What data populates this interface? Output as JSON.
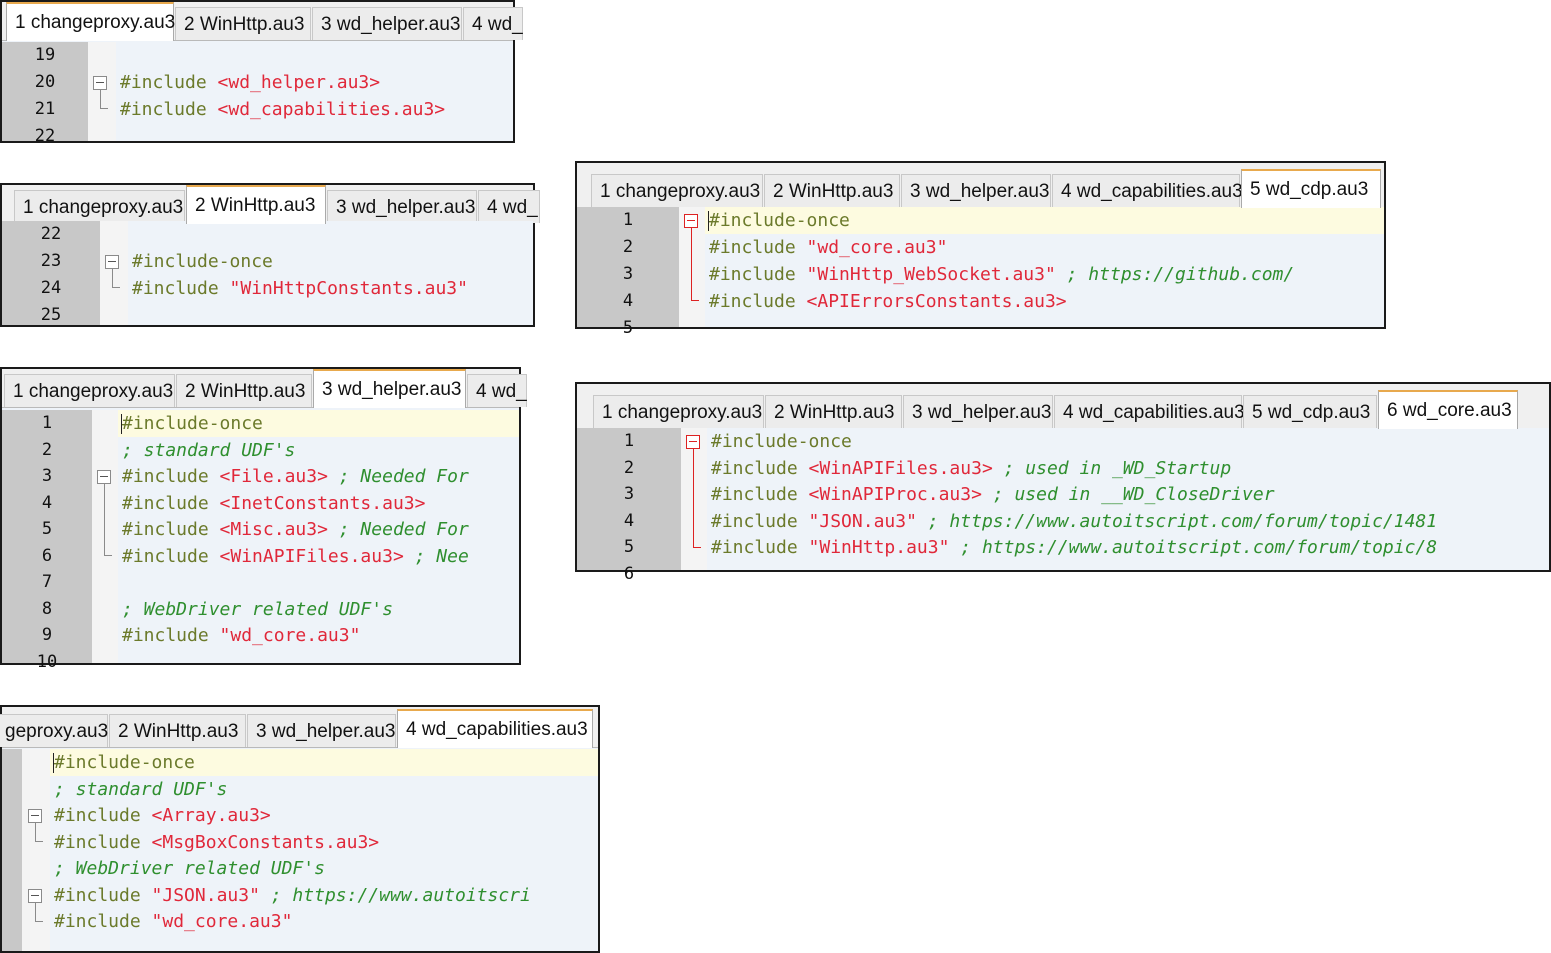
{
  "colors": {
    "keyword": "#6b7a2b",
    "string": "#e0283a",
    "comment": "#2f8f2f",
    "gutter": "#c8c8c8",
    "code_bg": "#eef3f9",
    "current_line": "#fdfbe0",
    "fold_red": "#dd2222"
  },
  "panel1": {
    "tabs": [
      "1 changeproxy.au3",
      "2 WinHttp.au3",
      "3 wd_helper.au3",
      "4 wd_"
    ],
    "line_numbers": [
      "19",
      "20",
      "21",
      "22"
    ],
    "lines": [
      [],
      [
        {
          "t": "#include ",
          "c": "kw"
        },
        {
          "t": "<wd_helper.au3>",
          "c": "str"
        }
      ],
      [
        {
          "t": "#include ",
          "c": "kw"
        },
        {
          "t": "<wd_capabilities.au3>",
          "c": "str"
        }
      ],
      []
    ]
  },
  "panel2": {
    "tabs": [
      "1 changeproxy.au3",
      "2 WinHttp.au3",
      "3 wd_helper.au3",
      "4 wd_"
    ],
    "line_numbers": [
      "22",
      "23",
      "24",
      "25"
    ],
    "lines": [
      [],
      [
        {
          "t": "#include-once",
          "c": "kw"
        }
      ],
      [
        {
          "t": "#include ",
          "c": "kw"
        },
        {
          "t": "\"WinHttpConstants.au3\"",
          "c": "str"
        }
      ],
      []
    ]
  },
  "panel3": {
    "tabs": [
      "1 changeproxy.au3",
      "2 WinHttp.au3",
      "3 wd_helper.au3",
      "4 wd_capabilities.au3",
      "5 wd_cdp.au3"
    ],
    "line_numbers": [
      "1",
      "2",
      "3",
      "4",
      "5"
    ],
    "lines": [
      [
        {
          "t": "#include-once",
          "c": "kw"
        }
      ],
      [
        {
          "t": "#include ",
          "c": "kw"
        },
        {
          "t": "\"wd_core.au3\"",
          "c": "str"
        }
      ],
      [
        {
          "t": "#include ",
          "c": "kw"
        },
        {
          "t": "\"WinHttp_WebSocket.au3\"",
          "c": "str"
        },
        {
          "t": " ; https://github.com/",
          "c": "cm"
        }
      ],
      [
        {
          "t": "#include ",
          "c": "kw"
        },
        {
          "t": "<APIErrorsConstants.au3>",
          "c": "str"
        }
      ],
      []
    ]
  },
  "panel4": {
    "tabs": [
      "1 changeproxy.au3",
      "2 WinHttp.au3",
      "3 wd_helper.au3",
      "4 wd_"
    ],
    "line_numbers": [
      "1",
      "2",
      "3",
      "4",
      "5",
      "6",
      "7",
      "8",
      "9",
      "10"
    ],
    "lines": [
      [
        {
          "t": "#include-once",
          "c": "kw"
        }
      ],
      [
        {
          "t": "; standard UDF's",
          "c": "cm"
        }
      ],
      [
        {
          "t": "#include ",
          "c": "kw"
        },
        {
          "t": "<File.au3>",
          "c": "str"
        },
        {
          "t": " ; Needed For",
          "c": "cm"
        }
      ],
      [
        {
          "t": "#include ",
          "c": "kw"
        },
        {
          "t": "<InetConstants.au3>",
          "c": "str"
        }
      ],
      [
        {
          "t": "#include ",
          "c": "kw"
        },
        {
          "t": "<Misc.au3>",
          "c": "str"
        },
        {
          "t": " ; Needed For",
          "c": "cm"
        }
      ],
      [
        {
          "t": "#include ",
          "c": "kw"
        },
        {
          "t": "<WinAPIFiles.au3>",
          "c": "str"
        },
        {
          "t": " ; Nee",
          "c": "cm"
        }
      ],
      [],
      [
        {
          "t": "; WebDriver related UDF's",
          "c": "cm"
        }
      ],
      [
        {
          "t": "#include ",
          "c": "kw"
        },
        {
          "t": "\"wd_core.au3\"",
          "c": "str"
        }
      ],
      []
    ]
  },
  "panel5": {
    "tabs": [
      "1 changeproxy.au3",
      "2 WinHttp.au3",
      "3 wd_helper.au3",
      "4 wd_capabilities.au3",
      "5 wd_cdp.au3",
      "6 wd_core.au3"
    ],
    "line_numbers": [
      "1",
      "2",
      "3",
      "4",
      "5",
      "6"
    ],
    "lines": [
      [
        {
          "t": "#include-once",
          "c": "kw"
        }
      ],
      [
        {
          "t": "#include ",
          "c": "kw"
        },
        {
          "t": "<WinAPIFiles.au3>",
          "c": "str"
        },
        {
          "t": " ; used in _WD_Startup",
          "c": "cm"
        }
      ],
      [
        {
          "t": "#include ",
          "c": "kw"
        },
        {
          "t": "<WinAPIProc.au3>",
          "c": "str"
        },
        {
          "t": " ; used in __WD_CloseDriver",
          "c": "cm"
        }
      ],
      [
        {
          "t": "#include ",
          "c": "kw"
        },
        {
          "t": "\"JSON.au3\"",
          "c": "str"
        },
        {
          "t": " ; https://www.autoitscript.com/forum/topic/1481",
          "c": "cm"
        }
      ],
      [
        {
          "t": "#include ",
          "c": "kw"
        },
        {
          "t": "\"WinHttp.au3\"",
          "c": "str"
        },
        {
          "t": " ; https://www.autoitscript.com/forum/topic/8",
          "c": "cm"
        }
      ],
      []
    ]
  },
  "panel6": {
    "tabs": [
      "geproxy.au3",
      "2 WinHttp.au3",
      "3 wd_helper.au3",
      "4 wd_capabilities.au3"
    ],
    "line_numbers": [],
    "lines": [
      [
        {
          "t": "#include-once",
          "c": "kw"
        }
      ],
      [
        {
          "t": "; standard UDF's",
          "c": "cm"
        }
      ],
      [
        {
          "t": "#include ",
          "c": "kw"
        },
        {
          "t": "<Array.au3>",
          "c": "str"
        }
      ],
      [
        {
          "t": "#include ",
          "c": "kw"
        },
        {
          "t": "<MsgBoxConstants.au3>",
          "c": "str"
        }
      ],
      [
        {
          "t": "; WebDriver related UDF's",
          "c": "cm"
        }
      ],
      [
        {
          "t": "#include ",
          "c": "kw"
        },
        {
          "t": "\"JSON.au3\"",
          "c": "str"
        },
        {
          "t": " ; https://www.autoitscri",
          "c": "cm"
        }
      ],
      [
        {
          "t": "#include ",
          "c": "kw"
        },
        {
          "t": "\"wd_core.au3\"",
          "c": "str"
        }
      ]
    ]
  }
}
